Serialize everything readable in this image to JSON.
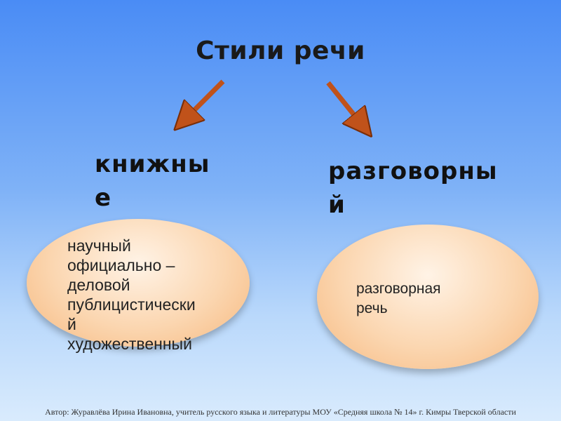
{
  "title": "Стили речи",
  "left_branch": {
    "lines": [
      "книжны",
      "е"
    ]
  },
  "right_branch": {
    "lines": [
      "разговорны",
      "й"
    ]
  },
  "left_box": {
    "lines": [
      "научный",
      "официально –",
      "деловой",
      "публицистически",
      "й",
      "художественный"
    ]
  },
  "right_box": {
    "lines": [
      "разговорная",
      "речь"
    ]
  },
  "footer": "Автор: Журавлёва Ирина Ивановна, учитель русского языка и литературы  МОУ «Средняя школа № 14» г. Кимры Тверской области",
  "colors": {
    "arrow_fill": "#c0521a",
    "arrow_stroke": "#7a2e08"
  }
}
